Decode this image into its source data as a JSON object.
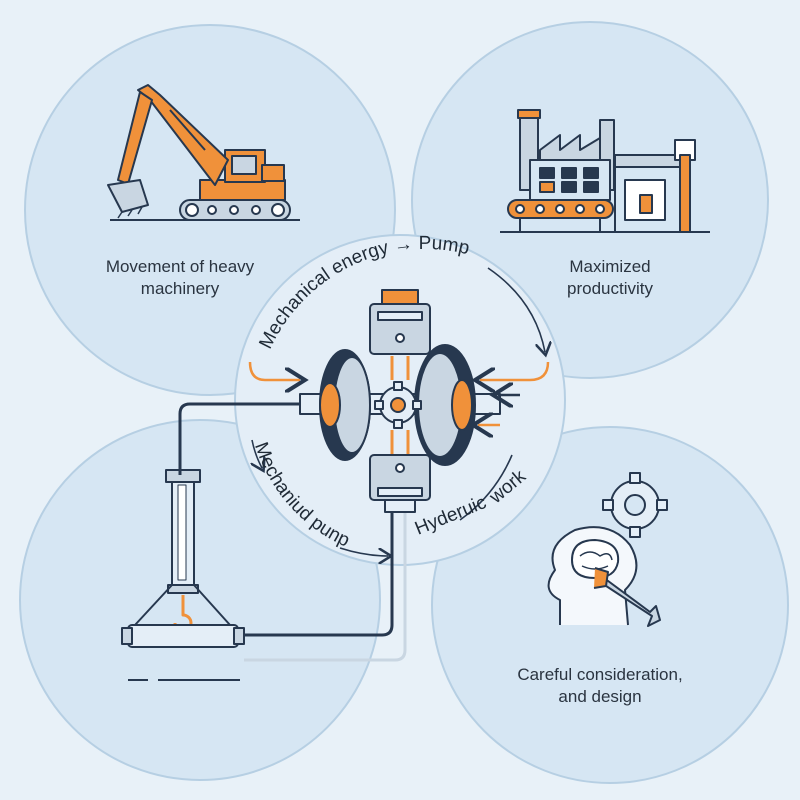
{
  "labels": {
    "top_left_line1": "Movement of heavy",
    "top_left_line2": "machinery",
    "top_right_line1": "Maximized",
    "top_right_line2": "productivity",
    "bottom_right_line1": "Careful consideration,",
    "bottom_right_line2": "and design"
  },
  "arc_text": {
    "top": "Mechanical energy",
    "top_arrow": "→",
    "top_right": "Pump",
    "bottom_left": "Mechaniud punp",
    "bottom_right_a": "Hyderuic",
    "bottom_right_b": "work"
  },
  "colors": {
    "background": "#e8f1f8",
    "circle_fill": "#d6e6f3",
    "circle_stroke": "#b6cfe3",
    "navy": "#27384f",
    "orange": "#f0913a",
    "steel": "#c9d6e2"
  },
  "icons": [
    "excavator-icon",
    "factory-icon",
    "hydraulic-lift-icon",
    "head-gear-wrench-icon",
    "pump-assembly-icon"
  ]
}
